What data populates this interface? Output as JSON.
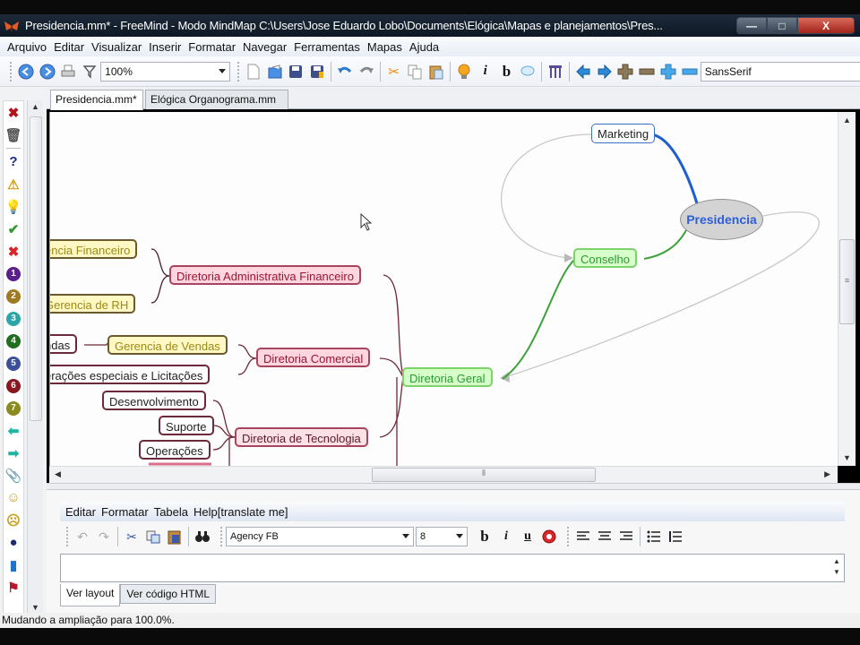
{
  "window": {
    "title": "Presidencia.mm* - FreeMind - Modo MindMap C:\\Users\\Jose Eduardo Lobo\\Documents\\Elógica\\Mapas e planejamentos\\Pres...",
    "controls": {
      "minimize": "—",
      "maximize": "□",
      "close": "X"
    }
  },
  "menubar": {
    "items": [
      "Arquivo",
      "Editar",
      "Visualizar",
      "Inserir",
      "Formatar",
      "Navegar",
      "Ferramentas",
      "Mapas",
      "Ajuda"
    ]
  },
  "toolbar": {
    "zoom_value": "100%",
    "font_value": "SansSerif",
    "icons": [
      "back-icon",
      "forward-icon",
      "print-icon",
      "filter-icon",
      "new-icon",
      "open-icon",
      "save-icon",
      "save-as-icon",
      "undo-icon",
      "redo-icon",
      "cut-icon",
      "copy-icon",
      "paste-icon",
      "idea-icon",
      "italic-icon",
      "bold-icon",
      "cloud-icon",
      "structure-icon",
      "left-arrow-icon",
      "right-arrow-icon",
      "zoom-in-icon",
      "zoom-out-icon",
      "increase-font-icon",
      "decrease-font-icon"
    ],
    "italic_glyph": "i",
    "bold_glyph": "b"
  },
  "icon_palette": {
    "items": [
      {
        "name": "remove-icon",
        "glyph": "✖",
        "color": "#b3131b"
      },
      {
        "name": "trash-icon",
        "glyph": "🗑",
        "color": "#555"
      },
      {
        "name": "question-icon",
        "glyph": "?",
        "color": "#1a2a8c"
      },
      {
        "name": "warning-icon",
        "glyph": "⚠",
        "color": "#d99c12"
      },
      {
        "name": "lightbulb-icon",
        "glyph": "💡",
        "color": "#c79b15"
      },
      {
        "name": "check-icon",
        "glyph": "✔",
        "color": "#2d9a2d"
      },
      {
        "name": "cross-icon",
        "glyph": "✖",
        "color": "#d8262a"
      },
      {
        "name": "priority-1-icon",
        "glyph": "1",
        "color": "#5a1f8a"
      },
      {
        "name": "priority-2-icon",
        "glyph": "2",
        "color": "#a07a22"
      },
      {
        "name": "priority-3-icon",
        "glyph": "3",
        "color": "#2aa6a6"
      },
      {
        "name": "priority-4-icon",
        "glyph": "4",
        "color": "#1f6e22"
      },
      {
        "name": "priority-5-icon",
        "glyph": "5",
        "color": "#3c4f9a"
      },
      {
        "name": "priority-6-icon",
        "glyph": "6",
        "color": "#8a1620"
      },
      {
        "name": "priority-7-icon",
        "glyph": "7",
        "color": "#8a8a1e"
      },
      {
        "name": "arrow-left-icon",
        "glyph": "⬅",
        "color": "#1fb5a3"
      },
      {
        "name": "arrow-right-icon",
        "glyph": "➡",
        "color": "#1fb5a3"
      },
      {
        "name": "paperclip-icon",
        "glyph": "📎",
        "color": "#777"
      },
      {
        "name": "smiley-happy-icon",
        "glyph": "☺",
        "color": "#c9a020"
      },
      {
        "name": "smiley-sad-icon",
        "glyph": "☹",
        "color": "#c9a020"
      },
      {
        "name": "bomb-icon",
        "glyph": "●",
        "color": "#1b2d6e"
      },
      {
        "name": "book-icon",
        "glyph": "▮",
        "color": "#1f73c9"
      },
      {
        "name": "flag-icon",
        "glyph": "⚑",
        "color": "#b8182a"
      }
    ]
  },
  "tabs": [
    {
      "label": "Presidencia.mm*",
      "active": true
    },
    {
      "label": "Elógica Organograma.mm",
      "active": false
    }
  ],
  "mindmap": {
    "root": {
      "label": "Presidencia",
      "color": "#2e5fd8"
    },
    "nodes": {
      "marketing": "Marketing",
      "conselho": "Conselho",
      "diretoria_geral": "Diretoria Geral",
      "dir_adm_fin": "Diretoria Administrativa Financeiro",
      "dir_comercial": "Diretoria Comercial",
      "dir_tecnologia": "Diretoria de Tecnologia",
      "ger_financeiro": "encia Financeiro",
      "ger_rh": "Gerencia de RH",
      "ger_vendas": "Gerencia de Vendas",
      "vendas": "ndas",
      "operacoes_especiais": "erações especiais e Licitações",
      "desenvolvimento": "Desenvolvimento",
      "suporte": "Suporte",
      "operacoes": "Operações"
    },
    "edge_colors": {
      "marketing": "#1e5fd0",
      "green": "#3da23a",
      "dark_red": "#6e2836",
      "arrow_link": "#c8c8c8"
    }
  },
  "notes_panel": {
    "menu": [
      "Editar",
      "Formatar",
      "Tabela",
      "Help[translate me]"
    ],
    "font_value": "Agency FB",
    "size_value": "8",
    "bold": "b",
    "italic": "i",
    "underline": "u",
    "tabs": [
      {
        "label": "Ver layout",
        "active": true
      },
      {
        "label": "Ver código HTML",
        "active": false
      }
    ],
    "text_value": ""
  },
  "statusbar": {
    "text": "Mudando a ampliação para 100.0%."
  }
}
